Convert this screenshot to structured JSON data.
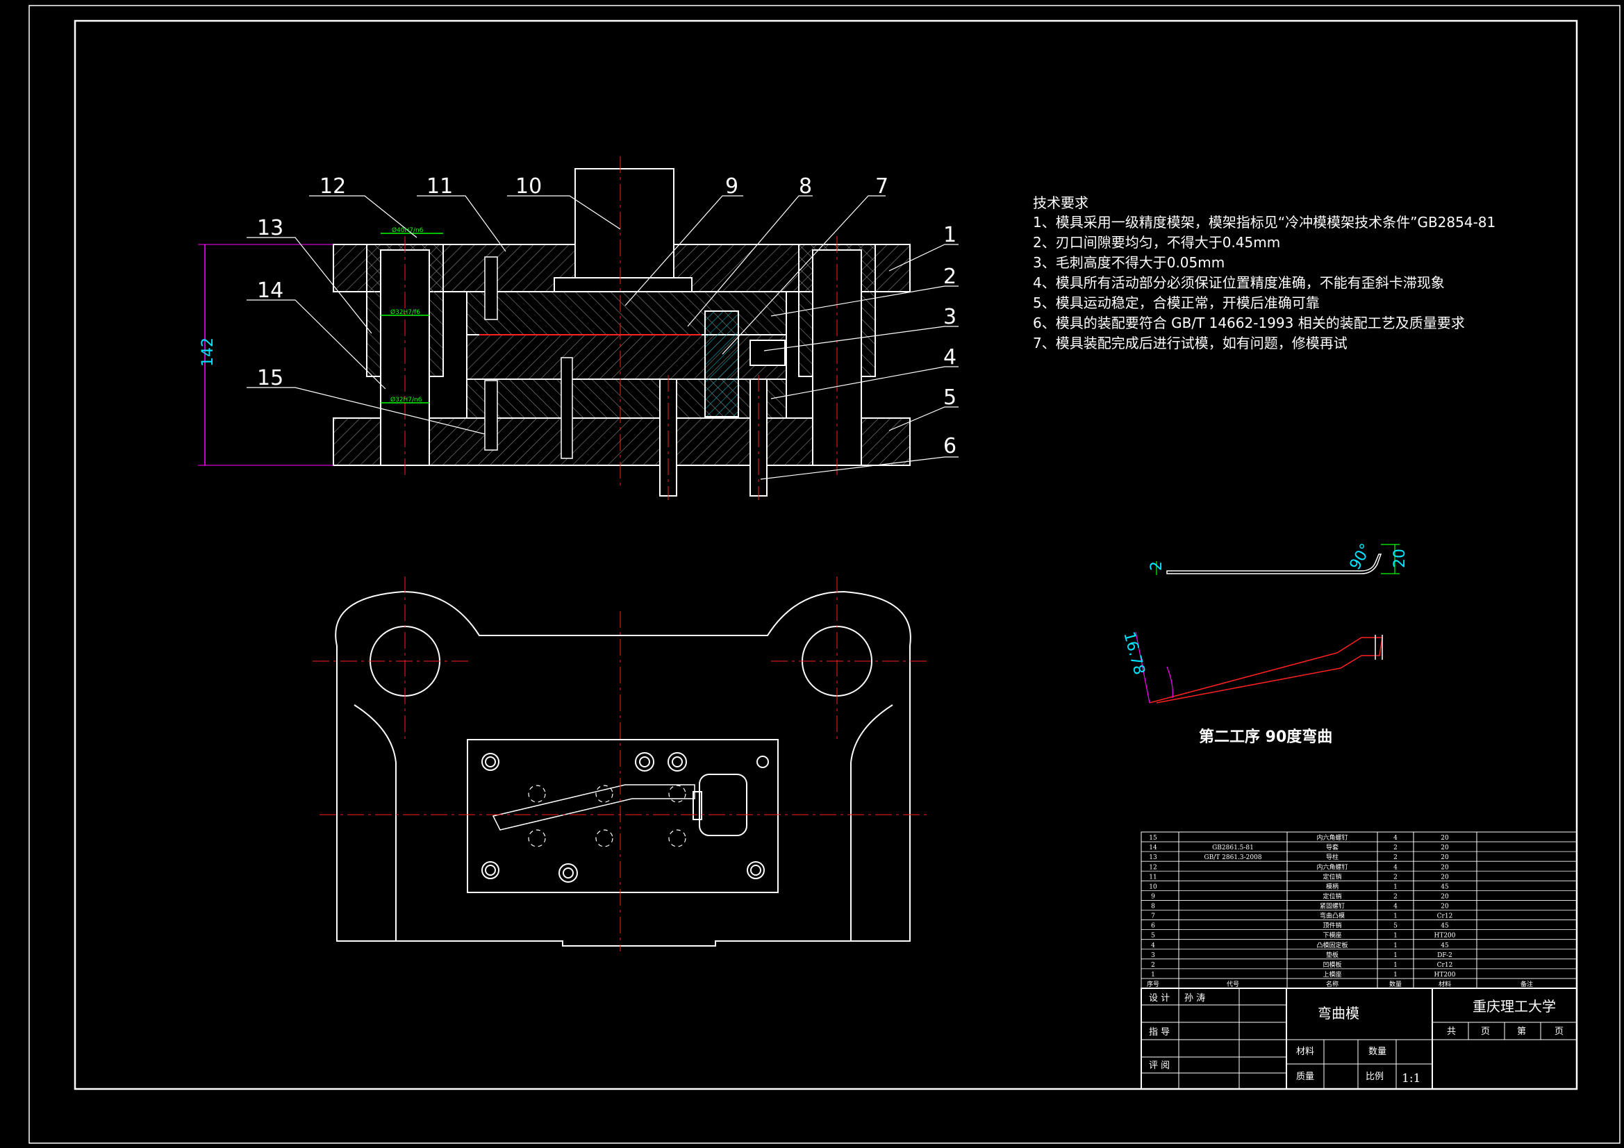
{
  "colors": {
    "background": "#000000",
    "line_white": "#ffffff",
    "line_red": "#ff2020",
    "line_magenta": "#ff00ff",
    "line_cyan": "#00e5ff",
    "line_green": "#00ff00",
    "hatch_gray": "#a0a0a0"
  },
  "section_view": {
    "labels": [
      "12",
      "11",
      "10",
      "9",
      "8",
      "7",
      "13",
      "14",
      "15",
      "1",
      "2",
      "3",
      "4",
      "5",
      "6"
    ],
    "dim_height": "142",
    "fit_top": "Ø40H7/n6",
    "fit_mid": "Ø32H7/f6",
    "fit_bottom": "Ø32H7/n6"
  },
  "tech_requirements": {
    "title": "技术要求",
    "items": [
      "1、模具采用一级精度模架，模架指标见“冷冲模模架技术条件”GB2854-81",
      "2、刃口间隙要均匀，不得大于0.45mm",
      "3、毛刺高度不得大于0.05mm",
      "4、模具所有活动部分必须保证位置精度准确，不能有歪斜卡滞现象",
      "5、模具运动稳定，合模正常，开模后准确可靠",
      "6、模具的装配要符合 GB/T 14662-1993 相关的装配工艺及质量要求",
      "7、模具装配完成后进行试模，如有问题，修模再试"
    ]
  },
  "part_drawing": {
    "dim_thickness": "2",
    "dim_angle": "90°",
    "dim_height": "20",
    "dim_width": "16.78",
    "caption": "第二工序 90度弯曲"
  },
  "bom": {
    "rows": [
      {
        "no": "15",
        "code": "",
        "name": "内六角螺钉",
        "qty": "4",
        "material": "20",
        "note": ""
      },
      {
        "no": "14",
        "code": "GB2861.5-81",
        "name": "导套",
        "qty": "2",
        "material": "20",
        "note": ""
      },
      {
        "no": "13",
        "code": "GB/T 2861.3-2008",
        "name": "导柱",
        "qty": "2",
        "material": "20",
        "note": ""
      },
      {
        "no": "12",
        "code": "",
        "name": "内六角螺钉",
        "qty": "4",
        "material": "20",
        "note": ""
      },
      {
        "no": "11",
        "code": "",
        "name": "定位销",
        "qty": "2",
        "material": "20",
        "note": ""
      },
      {
        "no": "10",
        "code": "",
        "name": "模柄",
        "qty": "1",
        "material": "45",
        "note": ""
      },
      {
        "no": "9",
        "code": "",
        "name": "定位销",
        "qty": "2",
        "material": "20",
        "note": ""
      },
      {
        "no": "8",
        "code": "",
        "name": "紧固螺钉",
        "qty": "4",
        "material": "20",
        "note": ""
      },
      {
        "no": "7",
        "code": "",
        "name": "弯曲凸模",
        "qty": "1",
        "material": "Cr12",
        "note": ""
      },
      {
        "no": "6",
        "code": "",
        "name": "顶件销",
        "qty": "5",
        "material": "45",
        "note": ""
      },
      {
        "no": "5",
        "code": "",
        "name": "下模座",
        "qty": "1",
        "material": "HT200",
        "note": ""
      },
      {
        "no": "4",
        "code": "",
        "name": "凸模固定板",
        "qty": "1",
        "material": "45",
        "note": ""
      },
      {
        "no": "3",
        "code": "",
        "name": "垫板",
        "qty": "1",
        "material": "DF-2",
        "note": ""
      },
      {
        "no": "2",
        "code": "",
        "name": "凹模板",
        "qty": "1",
        "material": "Cr12",
        "note": ""
      },
      {
        "no": "1",
        "code": "",
        "name": "上模座",
        "qty": "1",
        "material": "HT200",
        "note": ""
      }
    ],
    "header": {
      "no": "序号",
      "code": "代号",
      "name": "名称",
      "qty": "数量",
      "material": "材料",
      "note": "备注"
    }
  },
  "title_block": {
    "designer_label": "设 计",
    "designer_name": "孙 涛",
    "guide_label": "指 导",
    "review_label": "评 阅",
    "drawing_name": "弯曲模",
    "school": "重庆理工大学",
    "total_label": "共",
    "page_unit_1": "页",
    "sheet_label": "第",
    "page_unit_2": "页",
    "material_label": "材料",
    "quantity_label": "数量",
    "weight_label": "质量",
    "scale_label": "比例",
    "scale_value": "1:1"
  }
}
